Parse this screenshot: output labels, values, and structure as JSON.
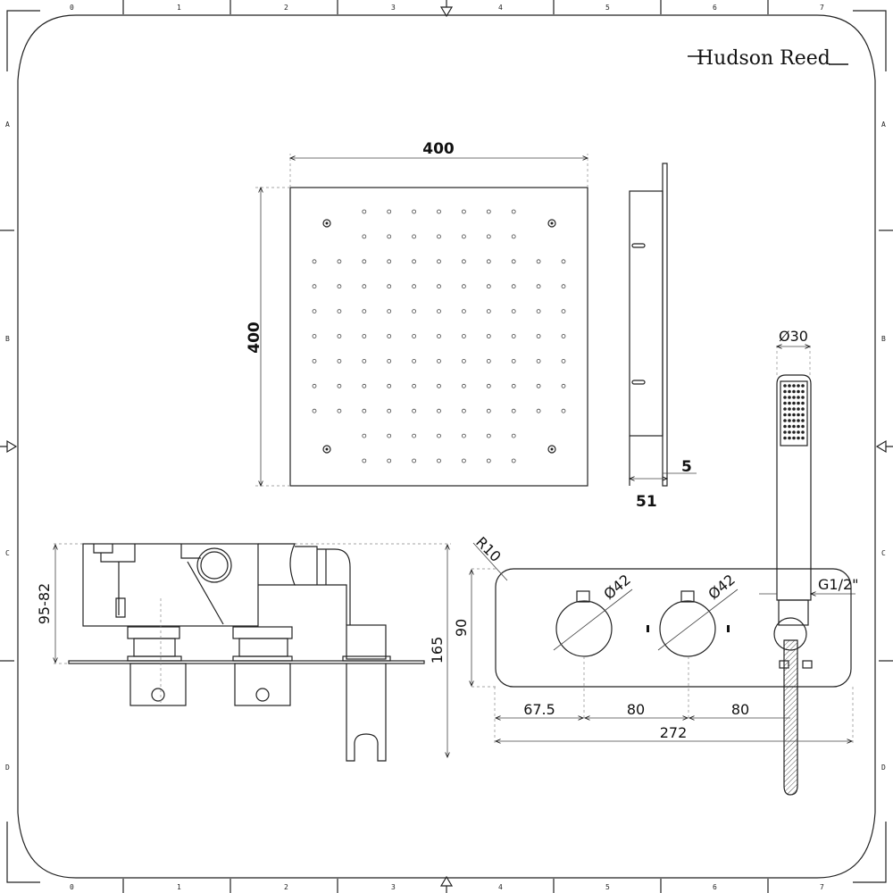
{
  "brand": "Hudson Reed",
  "ruler": {
    "columns": [
      "0",
      "1",
      "2",
      "3",
      "4",
      "5",
      "6",
      "7"
    ],
    "rows": [
      "A",
      "B",
      "C",
      "D"
    ]
  },
  "shower_head": {
    "width_label": "400",
    "height_label": "400",
    "depth_label": "51",
    "plate_label": "5"
  },
  "handset": {
    "diameter_label": "Ø30",
    "thread_label": "G1/2\""
  },
  "valve_side": {
    "depth_label": "95-82",
    "total_label": "165",
    "height_label": "90"
  },
  "valve_front": {
    "radius_label": "R10",
    "knob1_label": "Ø42",
    "knob2_label": "Ø42",
    "offset_label": "67.5",
    "spacing1_label": "80",
    "spacing2_label": "80",
    "width_label": "272"
  }
}
